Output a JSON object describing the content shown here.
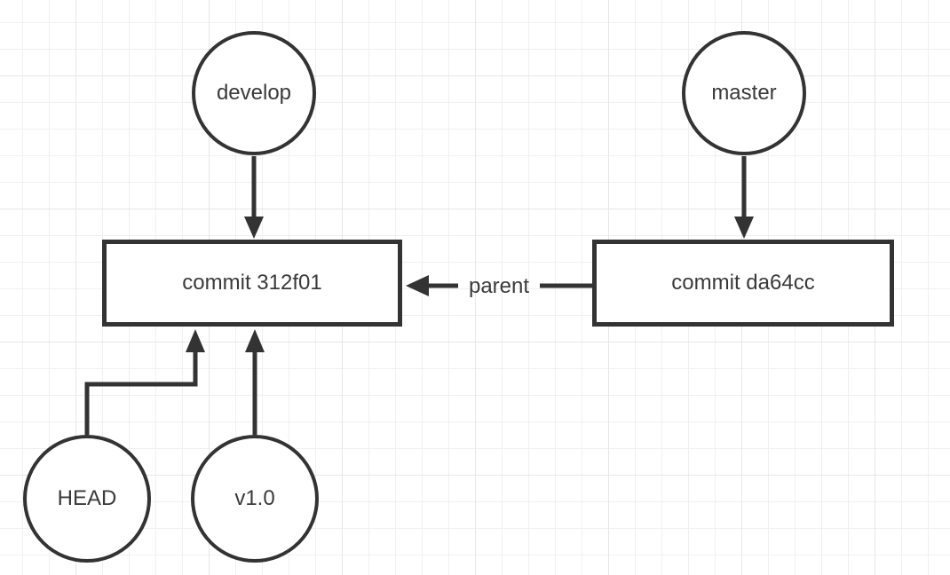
{
  "diagram": {
    "nodes": {
      "develop": {
        "label": "develop",
        "shape": "circle"
      },
      "master": {
        "label": "master",
        "shape": "circle"
      },
      "head": {
        "label": "HEAD",
        "shape": "circle"
      },
      "v10": {
        "label": "v1.0",
        "shape": "circle"
      },
      "commit1": {
        "label": "commit 312f01",
        "shape": "rectangle"
      },
      "commit2": {
        "label": "commit da64cc",
        "shape": "rectangle"
      }
    },
    "edges": {
      "develop_to_commit1": {
        "from": "develop",
        "to": "commit1",
        "label": ""
      },
      "master_to_commit2": {
        "from": "master",
        "to": "commit2",
        "label": ""
      },
      "commit2_to_commit1": {
        "from": "commit2",
        "to": "commit1",
        "label": "parent"
      },
      "head_to_commit1": {
        "from": "head",
        "to": "commit1",
        "label": ""
      },
      "v10_to_commit1": {
        "from": "v10",
        "to": "commit1",
        "label": ""
      }
    },
    "colors": {
      "stroke": "#333333",
      "text": "#3a3a3a",
      "background": "#ffffff",
      "grid_minor": "#f0f0f0",
      "grid_major": "#e7e7e7"
    }
  }
}
